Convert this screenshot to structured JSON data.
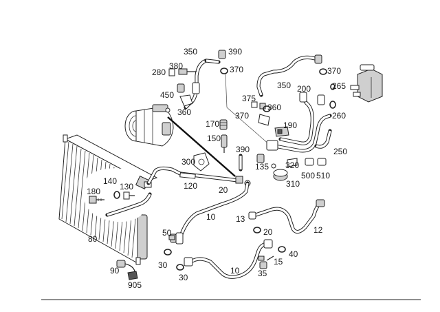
{
  "callouts": {
    "c350a": "350",
    "c390a": "390",
    "c380": "380",
    "c280": "280",
    "c370a": "370",
    "c450": "450",
    "c360a": "360",
    "c375": "375",
    "c350b": "350",
    "c200": "200",
    "c370b": "370",
    "c265": "265",
    "c360b": "360",
    "c370c": "370",
    "c190": "190",
    "c260": "260",
    "c170": "170",
    "c150": "150",
    "c390b": "390",
    "c250": "250",
    "c300": "300",
    "c135": "135",
    "c320": "320",
    "c310": "310",
    "c500": "500",
    "c510": "510",
    "c140": "140",
    "c180": "180",
    "c130": "130",
    "c120": "120",
    "c20a": "20",
    "c10a": "10",
    "c13": "13",
    "c20b": "20",
    "c12": "12",
    "c50": "50",
    "c80": "80",
    "c30a": "30",
    "c15": "15",
    "c40": "40",
    "c90": "90",
    "c10b": "10",
    "c35": "35",
    "c30b": "30",
    "c905": "905"
  },
  "colors": {
    "line": "#222222",
    "paper": "#ffffff",
    "fill": "#cfcfcf"
  }
}
